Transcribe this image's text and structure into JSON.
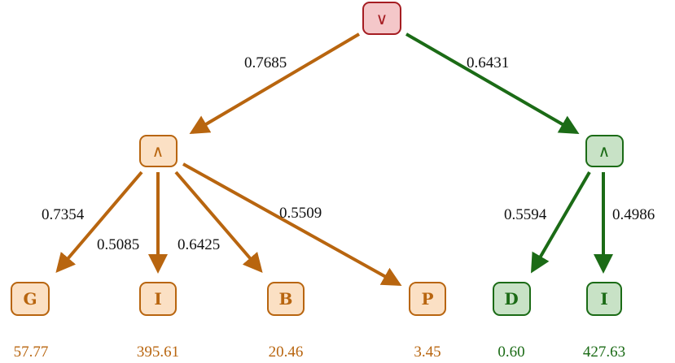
{
  "colors": {
    "red_fill": "#f4c7c9",
    "red_stroke": "#a51d22",
    "orange_fill": "#fbe0c4",
    "orange_stroke": "#b8650f",
    "green_fill": "#c8e2c6",
    "green_stroke": "#1b6b16"
  },
  "root": {
    "label": "∨"
  },
  "left_and": {
    "label": "∧"
  },
  "right_and": {
    "label": "∧"
  },
  "edges": {
    "root_left": "0.7685",
    "root_right": "0.6431",
    "left_g": "0.7354",
    "left_i": "0.5085",
    "left_b": "0.6425",
    "left_p": "0.5509",
    "right_d": "0.5594",
    "right_i": "0.4986"
  },
  "leaves": [
    {
      "label": "G",
      "value": "57.77"
    },
    {
      "label": "I",
      "value": "395.61"
    },
    {
      "label": "B",
      "value": "20.46"
    },
    {
      "label": "P",
      "value": "3.45"
    },
    {
      "label": "D",
      "value": "0.60"
    },
    {
      "label": "I",
      "value": "427.63"
    }
  ]
}
